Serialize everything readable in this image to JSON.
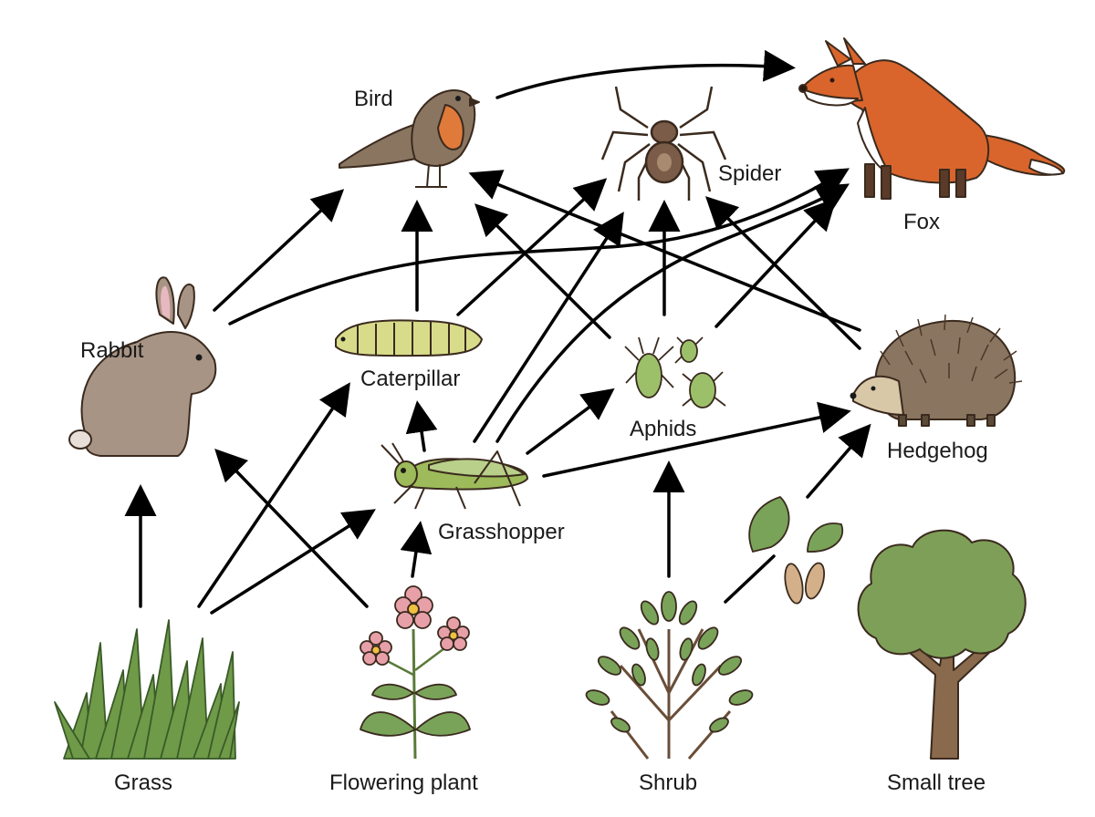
{
  "organisms": {
    "bird": "Bird",
    "spider": "Spider",
    "fox": "Fox",
    "rabbit": "Rabbit",
    "caterpillar": "Caterpillar",
    "aphids": "Aphids",
    "hedgehog": "Hedgehog",
    "grasshopper": "Grasshopper",
    "grass": "Grass",
    "flowering_plant": "Flowering plant",
    "shrub": "Shrub",
    "small_tree": "Small tree"
  },
  "colors": {
    "arrow": "#000000",
    "fox": "#d9652c",
    "bird_breast": "#e07a3a",
    "bird_back": "#8a7560",
    "rabbit": "#a89484",
    "grasshopper": "#9dbb5a",
    "caterpillar": "#d8dc8a",
    "aphid": "#9cc06a",
    "hedgehog": "#8a7560",
    "spider": "#7a5c48",
    "grass": "#6f9a48",
    "leaf": "#7aa35a",
    "flower": "#e8a0a8",
    "tree_canopy": "#7e9f58",
    "tree_trunk": "#8a6a4c"
  }
}
